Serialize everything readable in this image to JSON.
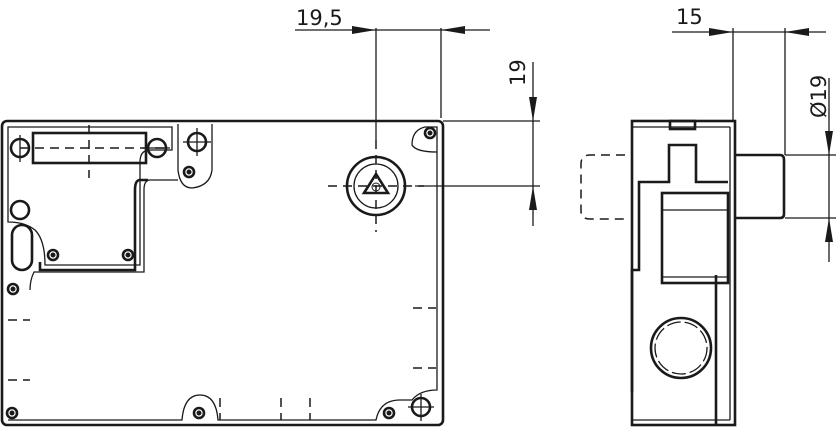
{
  "drawing": {
    "front_view": {
      "dim_horizontal": "19,5",
      "dim_vertical": "19"
    },
    "side_view": {
      "dim_horizontal": "15",
      "dim_diameter": "Ø19"
    },
    "line_color": "#1a1a1a"
  }
}
